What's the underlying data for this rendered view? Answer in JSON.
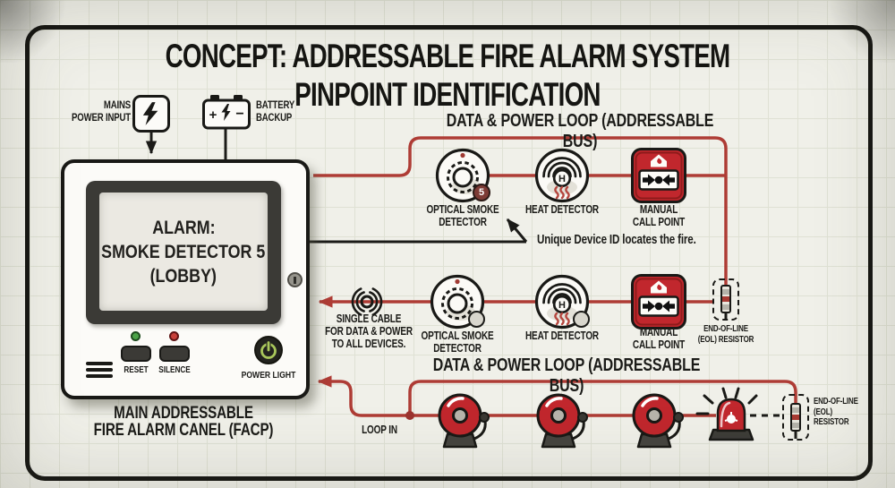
{
  "colors": {
    "loop_red": "#ae3c35",
    "device_red": "#c1272d",
    "ink": "#1b1b18",
    "paper": "#f0f0e9",
    "grid": "#dfe1d4",
    "panel_bg": "#fcfbf8",
    "screen_bg": "#ebe9e2",
    "display_frame": "#3b3a36",
    "led_green": "#4aa247",
    "led_red": "#c8403a",
    "power_glyph": "#a9c75b",
    "id_badge": "#7d3b35",
    "gray_badge": "#d8d6cd",
    "metal_gray": "#b7b4ab",
    "base_gray": "#45443f"
  },
  "title": "CONCEPT: ADDRESSABLE FIRE ALARM SYSTEM PINPOINT IDENTIFICATION",
  "power_inputs": {
    "mains_line1": "MAINS",
    "mains_line2": "POWER INPUT",
    "battery_line1": "BATTERY",
    "battery_line2": "BACKUP",
    "battery_plus": "+",
    "battery_minus": "−"
  },
  "panel": {
    "display_line1": "ALARM:",
    "display_line2": "SMOKE DETECTOR 5",
    "display_line3": "(LOBBY)",
    "reset": "RESET",
    "silence": "SILENCE",
    "power_light": "POWER LIGHT",
    "caption_line1": "MAIN ADDRESSABLE",
    "caption_line2": "FIRE ALARM CANEL (FACP)"
  },
  "loop_top": {
    "title": "DATA & POWER LOOP (ADDRESSABLE BUS)",
    "smoke": {
      "label1": "OPTICAL SMOKE",
      "label2": "DETECTOR",
      "badge": "5"
    },
    "heat": {
      "label": "HEAT DETECTOR",
      "symbol": "H"
    },
    "call_point": {
      "label1": "MANUAL",
      "label2": "CALL POINT"
    },
    "eol": {
      "line1": "END-OF-LINE",
      "line2": "(EOL) RESISTOR"
    }
  },
  "mid_row": {
    "note1": "SINGLE CABLE",
    "note2": "FOR DATA & POWER",
    "note3": "TO ALL DEVICES.",
    "smoke": {
      "label1": "OPTICAL SMOKE",
      "label2": "DETECTOR"
    },
    "heat": {
      "label": "HEAT DETECTOR",
      "symbol": "H"
    },
    "call_point": {
      "label1": "MANUAL",
      "label2": "CALL POINT"
    },
    "annotation": "Unique Device ID locates the fire."
  },
  "loop_bottom": {
    "title": "DATA & POWER LOOP (ADDRESSABLE BUS)",
    "loop_in": "LOOP IN",
    "eol": {
      "line1": "END-OF-LINE",
      "line2": "(EOL)",
      "line3": "RESISTOR"
    }
  }
}
